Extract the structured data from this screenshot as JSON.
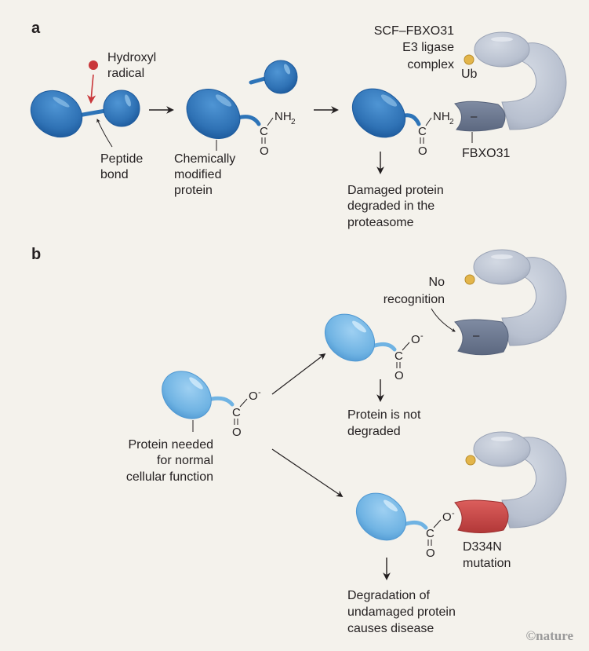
{
  "colors": {
    "background": "#f4f2ec",
    "damaged_protein": "#2d74b8",
    "normal_protein": "#6fb3e3",
    "hydroxyl_radical": "#c9373a",
    "ligase_complex": "#b8c0cf",
    "fbxo31": "#6d7a91",
    "mutant_fbxo31": "#c94a4a",
    "ubiquitin": "#e3b54a",
    "text": "#231f20"
  },
  "panel_a": {
    "label": "a",
    "hydroxyl_label_1": "Hydroxyl",
    "hydroxyl_label_2": "radical",
    "peptide_label_1": "Peptide",
    "peptide_label_2": "bond",
    "modified_label_1": "Chemically",
    "modified_label_2": "modified",
    "modified_label_3": "protein",
    "complex_label_1": "SCF–FBXO31",
    "complex_label_2": "E3 ligase",
    "complex_label_3": "complex",
    "ub_label": "Ub",
    "fbxo31_label": "FBXO31",
    "nh2": "NH",
    "sub2": "2",
    "carbon": "C",
    "oxygen": "O",
    "minus": "–",
    "outcome_1": "Damaged protein",
    "outcome_2": "degraded in the",
    "outcome_3": "proteasome"
  },
  "panel_b": {
    "label": "b",
    "protein_label_1": "Protein needed",
    "protein_label_2": "for normal",
    "protein_label_3": "cellular function",
    "o_minus": "O",
    "superscript_minus": "-",
    "carbon": "C",
    "oxygen": "O",
    "no_recognition_1": "No",
    "no_recognition_2": "recognition",
    "minus": "–",
    "not_degraded_1": "Protein is not",
    "not_degraded_2": "degraded",
    "mutation_1": "D334N",
    "mutation_2": "mutation",
    "disease_1": "Degradation of",
    "disease_2": "undamaged protein",
    "disease_3": "causes disease"
  },
  "credit": "©nature"
}
